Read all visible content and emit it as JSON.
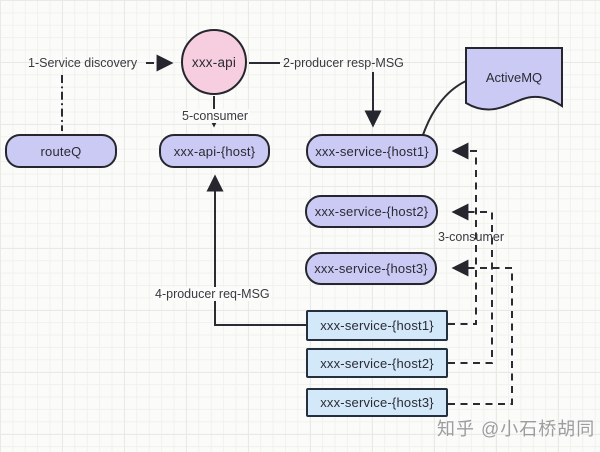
{
  "diagram": {
    "nodes": {
      "api_circle": "xxx-api",
      "routeq": "routeQ",
      "api_host": "xxx-api-{host}",
      "activemq": "ActiveMQ",
      "svc_host1": "xxx-service-{host1}",
      "svc_host2": "xxx-service-{host2}",
      "svc_host3": "xxx-service-{host3}",
      "reg_host1": "xxx-service-{host1}",
      "reg_host2": "xxx-service-{host2}",
      "reg_host3": "xxx-service-{host3}"
    },
    "labels": {
      "step1": "1-Service discovery",
      "step2": "2-producer resp-MSG",
      "step3": "3-consumer",
      "step4": "4-producer req-MSG",
      "step5": "5-consumer"
    },
    "colors": {
      "node_purple_fill": "#cacaf4",
      "node_pink_fill": "#f7cde0",
      "node_blue_fill": "#d3e8f9",
      "stroke": "#2b2b33"
    }
  },
  "watermark": "知乎 @小石桥胡同"
}
